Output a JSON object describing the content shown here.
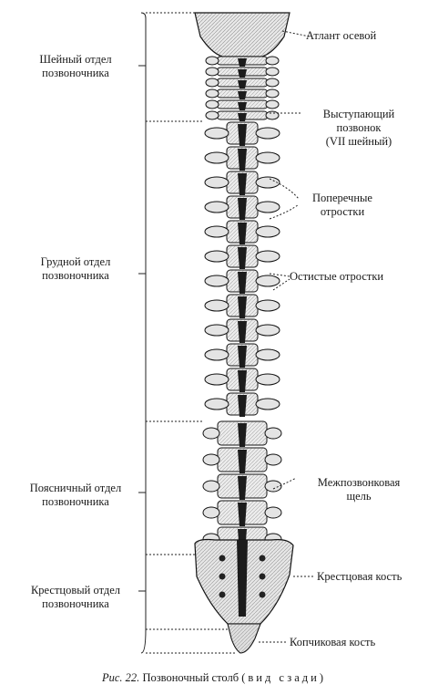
{
  "regions": [
    {
      "id": "cervical",
      "line1": "Шейный отдел",
      "line2": "позвоночника"
    },
    {
      "id": "thoracic",
      "line1": "Грудной отдел",
      "line2": "позвоночника"
    },
    {
      "id": "lumbar",
      "line1": "Поясничный отдел",
      "line2": "позвоночника"
    },
    {
      "id": "sacral",
      "line1": "Крестцовый отдел",
      "line2": "позвоночника"
    }
  ],
  "structures": {
    "atlas": "Атлант осевой",
    "prominent_line1": "Выступающий",
    "prominent_line2": "позвонок",
    "prominent_line3": "(VII шейный)",
    "transverse_line1": "Поперечные",
    "transverse_line2": "отростки",
    "spinous": "Остистые отростки",
    "intervertebral_line1": "Межпозвонковая",
    "intervertebral_line2": "щель",
    "sacrum": "Крестцовая кость",
    "coccyx": "Копчиковая кость"
  },
  "caption": {
    "fig_number": "Рис. 22.",
    "title": "Позвоночный столб",
    "view": "(вид сзади)"
  }
}
